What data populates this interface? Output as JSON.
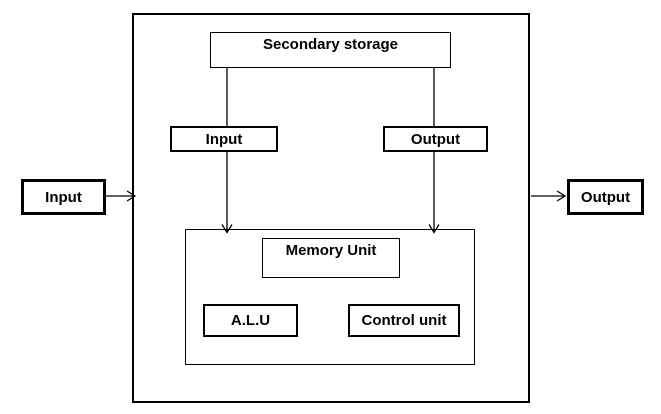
{
  "diagram": {
    "background_color": "#ffffff",
    "line_color": "#000000",
    "box_fill_color": "#ffffff",
    "text_color": "#000000",
    "nodes": {
      "external_input": {
        "label": "Input"
      },
      "secondary_storage": {
        "label": "Secondary storage"
      },
      "input_unit": {
        "label": "Input"
      },
      "output_unit": {
        "label": "Output"
      },
      "memory_unit": {
        "label": "Memory Unit"
      },
      "alu": {
        "label": "A.L.U"
      },
      "control_unit": {
        "label": "Control unit"
      },
      "external_output": {
        "label": "Output"
      }
    },
    "edges": [
      {
        "from": "secondary_storage",
        "to": "input_unit",
        "arrow": "none"
      },
      {
        "from": "secondary_storage",
        "to": "output_unit",
        "arrow": "none"
      },
      {
        "from": "input_unit",
        "to": "cpu",
        "arrow": "end"
      },
      {
        "from": "output_unit",
        "to": "cpu",
        "arrow": "end"
      },
      {
        "from": "external_input",
        "to": "system_boundary",
        "arrow": "end"
      },
      {
        "from": "system_boundary",
        "to": "external_output",
        "arrow": "end"
      }
    ]
  }
}
